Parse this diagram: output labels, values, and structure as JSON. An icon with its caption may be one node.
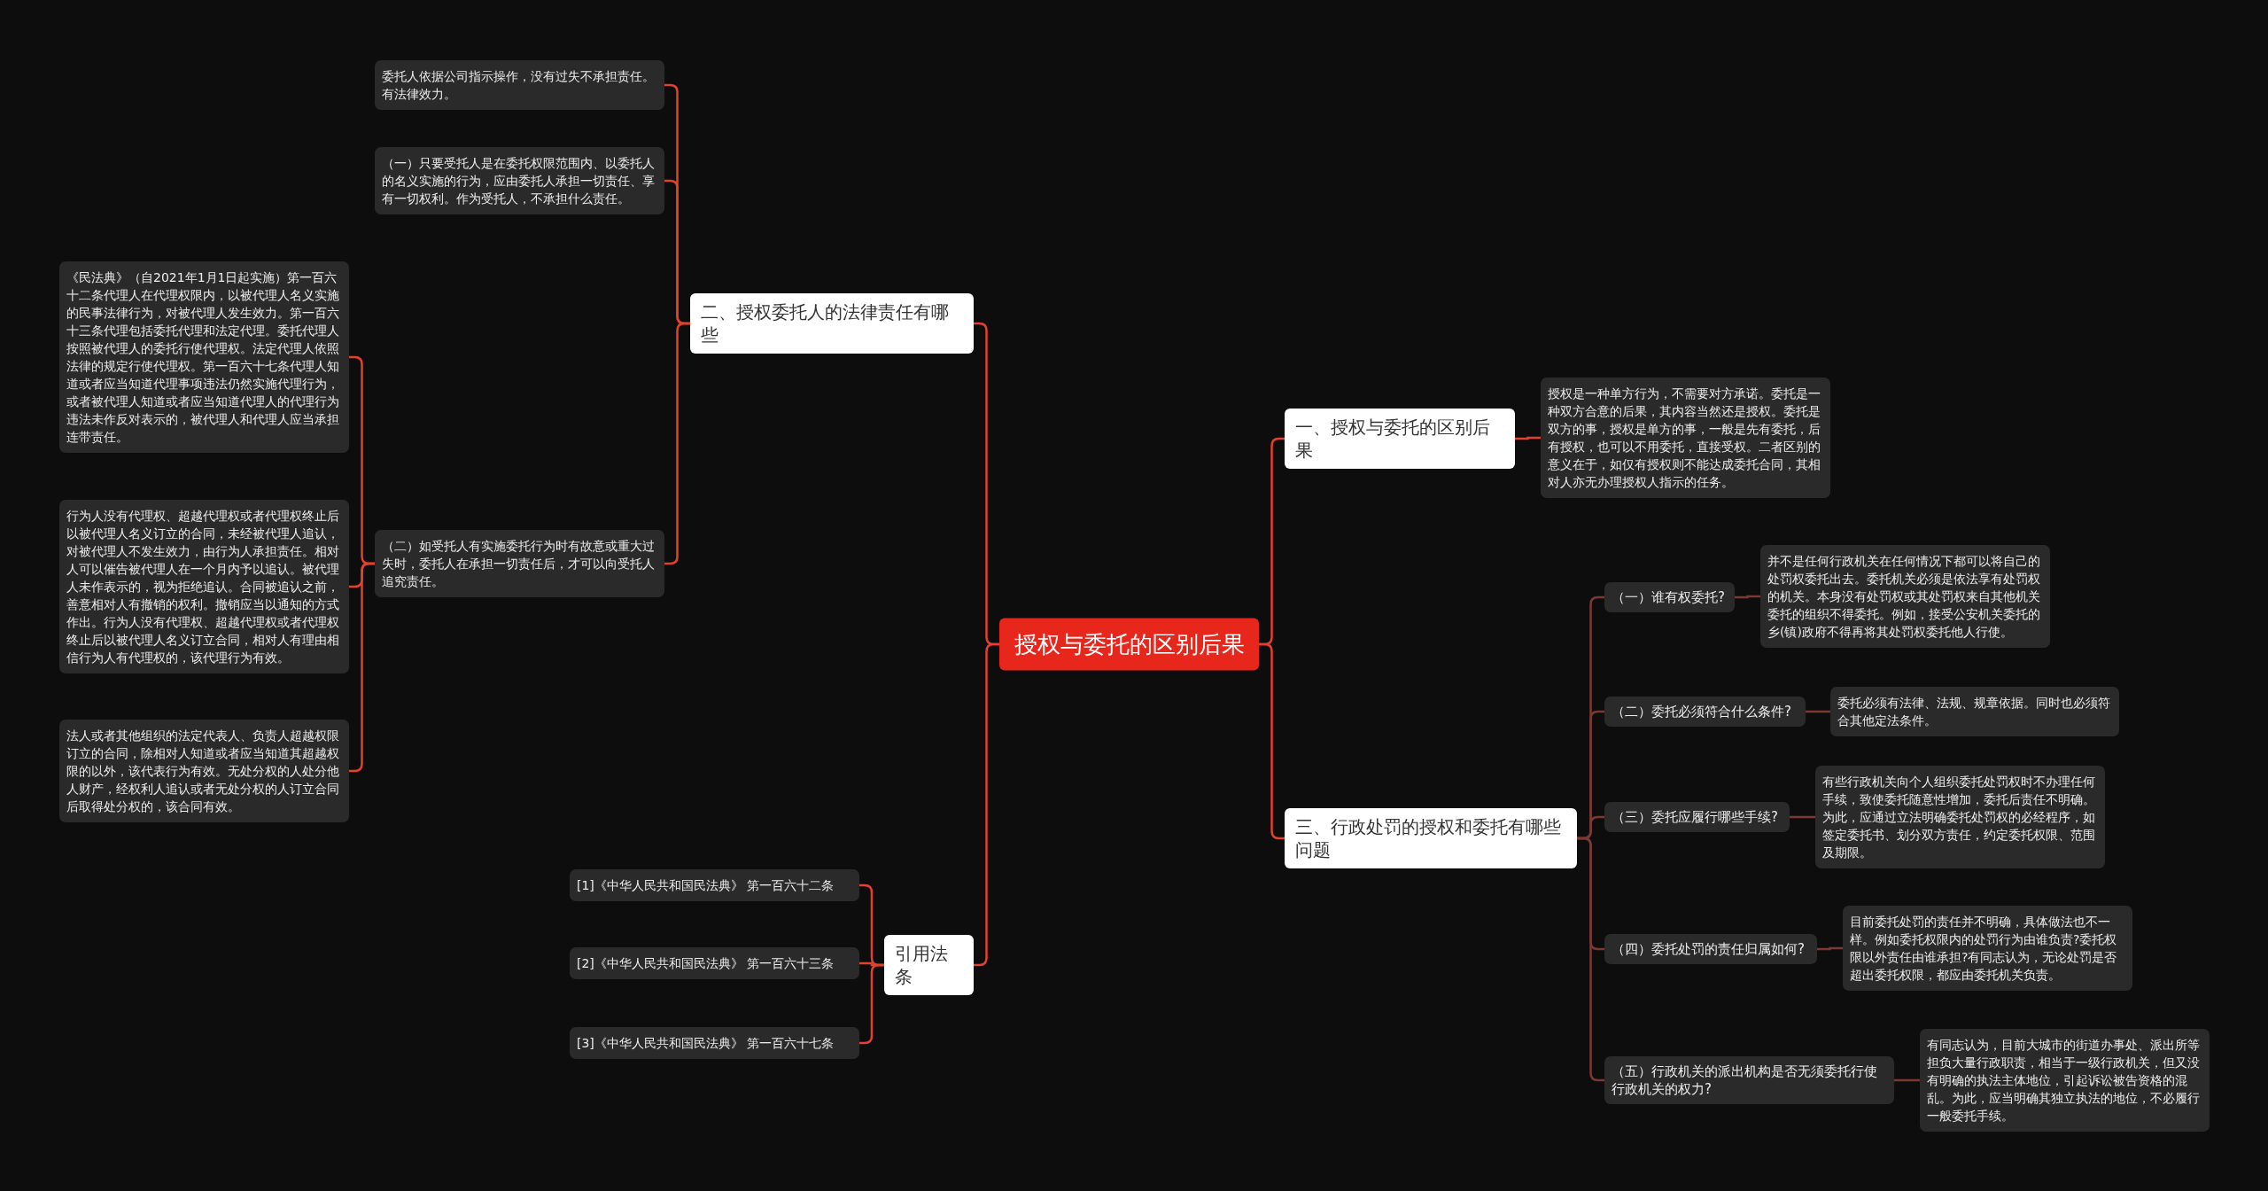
{
  "diagram": {
    "nodes": [
      {
        "text": [
          "授权与委托的区别后果"
        ]
      },
      {
        "text": [
          "二、授权委托人的法律责任有哪些"
        ]
      },
      {
        "text": [
          "委托人依据公司指示操作，没有过失不承担责任。有法律效力。"
        ]
      },
      {
        "text": [
          "（一）只要受托人是在委托权限范围内、以委托人的名义实施的行为，应由委托人承担一切责任、享有一切权利。作为受托人，不承担什么责任。"
        ]
      },
      {
        "text": [
          "（二）如受托人有实施委托行为时有故意或重大过失时，委托人在承担一切责任后，才可以向受托人追究责任。"
        ]
      },
      {
        "text": [
          "《民法典》（自2021年1月1日起实施）第一百六十二条代理人在代理权限内，以被代理人名义实施的民事法律行为，对被代理人发生效力。第一百六十三条代理包括委托代理和法定代理。委托代理人按照被代理人的委托行使代理权。法定代理人依照法律的规定行使代理权。第一百六十七条代理人知道或者应当知道代理事项违法仍然实施代理行为，或者被代理人知道或者应当知道代理人的代理行为违法未作反对表示的，被代理人和代理人应当承担连带责任。"
        ]
      },
      {
        "text": [
          "行为人没有代理权、超越代理权或者代理权终止后以被代理人名义订立的合同，未经被代理人追认，对被代理人不发生效力，由行为人承担责任。相对人可以催告被代理人在一个月内予以追认。被代理人未作表示的，视为拒绝追认。合同被追认之前，善意相对人有撤销的权利。撤销应当以通知的方式作出。行为人没有代理权、超越代理权或者代理权终止后以被代理人名义订立合同，相对人有理由相信行为人有代理权的，该代理行为有效。"
        ]
      },
      {
        "text": [
          "法人或者其他组织的法定代表人、负责人超越权限订立的合同，除相对人知道或者应当知道其超越权限的以外，该代表行为有效。无处分权的人处分他人财产，经权利人追认或者无处分权的人订立合同后取得处分权的，该合同有效。"
        ]
      },
      {
        "text": [
          "引用法条"
        ]
      },
      {
        "text": [
          "[1]《中华人民共和国民法典》 第一百六十二条"
        ]
      },
      {
        "text": [
          "[2]《中华人民共和国民法典》 第一百六十三条"
        ]
      },
      {
        "text": [
          "[3]《中华人民共和国民法典》 第一百六十七条"
        ]
      },
      {
        "text": [
          "一、授权与委托的区别后果"
        ]
      },
      {
        "text": [
          "授权是一种单方行为，不需要对方承诺。委托是一种双方合意的后果，其内容当然还是授权。委托是双方的事，授权是单方的事，一般是先有委托，后有授权，也可以不用委托，直接受权。二者区别的意义在于，如仅有授权则不能达成委托合同，其相对人亦无办理授权人指示的任务。"
        ]
      },
      {
        "text": [
          "三、行政处罚的授权和委托有哪些问题"
        ]
      },
      {
        "text": [
          "（一）谁有权委托?"
        ]
      },
      {
        "text": [
          "并不是任何行政机关在任何情况下都可以将自己的处罚权委托出去。委托机关必须是依法享有处罚权的机关。本身没有处罚权或其处罚权来自其他机关委托的组织不得委托。例如，接受公安机关委托的乡(镇)政府不得再将其处罚权委托他人行使。"
        ]
      },
      {
        "text": [
          "（二）委托必须符合什么条件?"
        ]
      },
      {
        "text": [
          "委托必须有法律、法规、规章依据。同时也必须符合其他定法条件。"
        ]
      },
      {
        "text": [
          "（三）委托应履行哪些手续?"
        ]
      },
      {
        "text": [
          "有些行政机关向个人组织委托处罚权时不办理任何手续，致使委托随意性增加，委托后责任不明确。为此，应通过立法明确委托处罚权的必经程序，如签定委托书、划分双方责任，约定委托权限、范围及期限。"
        ]
      },
      {
        "text": [
          "（四）委托处罚的责任归属如何?"
        ]
      },
      {
        "text": [
          "目前委托处罚的责任并不明确，具体做法也不一样。例如委托权限内的处罚行为由谁负责?委托权限以外责任由谁承担?有同志认为，无论处罚是否超出委托权限，都应由委托机关负责。"
        ]
      },
      {
        "text": [
          "（五）行政机关的派出机构是否无须委托行使行政机关的权力?"
        ]
      },
      {
        "text": [
          "有同志认为，目前大城市的街道办事处、派出所等担负大量行政职责，相当于一级行政机关，但又没有明确的执法主体地位，引起诉讼被告资格的混乱。为此，应当明确其独立执法的地位，不必履行一般委托手续。"
        ]
      }
    ],
    "edges": [
      {
        "from": 0,
        "to": 1,
        "arrow": "none"
      },
      {
        "from": 1,
        "to": 2,
        "arrow": "none"
      },
      {
        "from": 1,
        "to": 3,
        "arrow": "none"
      },
      {
        "from": 1,
        "to": 4,
        "arrow": "none"
      },
      {
        "from": 4,
        "to": 5,
        "arrow": "none"
      },
      {
        "from": 4,
        "to": 6,
        "arrow": "none"
      },
      {
        "from": 4,
        "to": 7,
        "arrow": "none"
      },
      {
        "from": 0,
        "to": 8,
        "arrow": "none"
      },
      {
        "from": 8,
        "to": 9,
        "arrow": "none"
      },
      {
        "from": 8,
        "to": 10,
        "arrow": "none"
      },
      {
        "from": 8,
        "to": 11,
        "arrow": "none"
      },
      {
        "from": 0,
        "to": 12,
        "arrow": "none"
      },
      {
        "from": 12,
        "to": 13,
        "arrow": "none"
      },
      {
        "from": 0,
        "to": 14,
        "arrow": "none"
      },
      {
        "from": 14,
        "to": 15,
        "arrow": "none",
        "color": "#7a3a33"
      },
      {
        "from": 15,
        "to": 16,
        "arrow": "none",
        "color": "#7a3a33"
      },
      {
        "from": 14,
        "to": 17,
        "arrow": "none",
        "color": "#7a3a33"
      },
      {
        "from": 17,
        "to": 18,
        "arrow": "none",
        "color": "#7a3a33"
      },
      {
        "from": 14,
        "to": 19,
        "arrow": "none",
        "color": "#7a3a33"
      },
      {
        "from": 19,
        "to": 20,
        "arrow": "none",
        "color": "#7a3a33"
      },
      {
        "from": 14,
        "to": 21,
        "arrow": "none",
        "color": "#7a3a33"
      },
      {
        "from": 21,
        "to": 22,
        "arrow": "none",
        "color": "#7a3a33"
      },
      {
        "from": 14,
        "to": 23,
        "arrow": "none",
        "color": "#7a3a33"
      },
      {
        "from": 23,
        "to": 24,
        "arrow": "none",
        "color": "#7a3a33"
      }
    ]
  }
}
